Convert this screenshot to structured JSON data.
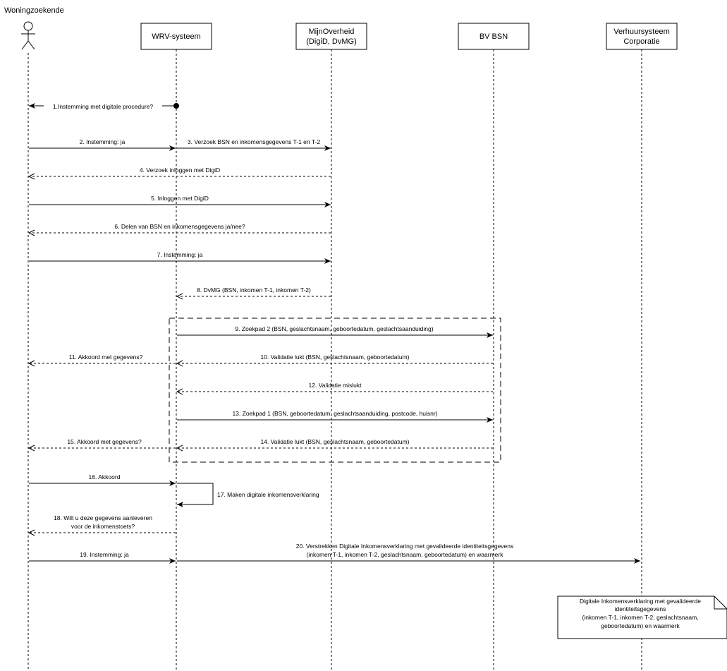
{
  "diagram": {
    "actor": {
      "label": "Woningzoekende"
    },
    "participants": [
      {
        "id": "wrv",
        "lines": [
          "WRV-systeem"
        ]
      },
      {
        "id": "mijnoverheid",
        "lines": [
          "MijnOverheid",
          "(DigiD, DvMG)"
        ]
      },
      {
        "id": "bvbsn",
        "lines": [
          "BV BSN"
        ]
      },
      {
        "id": "verhuur",
        "lines": [
          "Verhuursysteem",
          "Corporatie"
        ]
      }
    ],
    "messages": [
      {
        "id": "m1",
        "lines": [
          "1.Instemming met digitale procedure?"
        ]
      },
      {
        "id": "m2",
        "lines": [
          "2. Instemming: ja"
        ]
      },
      {
        "id": "m3",
        "lines": [
          "3. Verzoek BSN en inkomensgegevens T-1 en T-2"
        ]
      },
      {
        "id": "m4",
        "lines": [
          "4. Verzoek inloggen met DigiD"
        ]
      },
      {
        "id": "m5",
        "lines": [
          "5. Inloggen met DigiD"
        ]
      },
      {
        "id": "m6",
        "lines": [
          "6. Delen van BSN en inkomensgegevens  ja/nee?"
        ]
      },
      {
        "id": "m7",
        "lines": [
          "7. Instemming: ja"
        ]
      },
      {
        "id": "m8",
        "lines": [
          "8. DvMG (BSN, inkomen T-1, inkomen T-2)"
        ]
      },
      {
        "id": "m9",
        "lines": [
          "9. Zoekpad 2 (BSN, geslachtsnaam, geboortedatum, geslachtsaanduiding)"
        ]
      },
      {
        "id": "m10",
        "lines": [
          "10. Validatie lukt (BSN, geslachtsnaam, geboortedatum)"
        ]
      },
      {
        "id": "m11",
        "lines": [
          "11. Akkoord met gegevens?"
        ]
      },
      {
        "id": "m12",
        "lines": [
          "12. Validatie mislukt"
        ]
      },
      {
        "id": "m13",
        "lines": [
          "13. Zoekpad 1 (BSN, geboortedatum, geslachtsaanduiding, postcode, huisnr)"
        ]
      },
      {
        "id": "m14",
        "lines": [
          "14. Validatie lukt (BSN, geslachtsnaam, geboortedatum)"
        ]
      },
      {
        "id": "m15",
        "lines": [
          "15. Akkoord met gegevens?"
        ]
      },
      {
        "id": "m16",
        "lines": [
          "16. Akkoord"
        ]
      },
      {
        "id": "m17",
        "lines": [
          "17. Maken digitale inkomensverklaring"
        ]
      },
      {
        "id": "m18",
        "lines": [
          "18. Wilt u deze gegevens aanleveren",
          "voor de inkomenstoets?"
        ]
      },
      {
        "id": "m19",
        "lines": [
          "19. Instemming: ja"
        ]
      },
      {
        "id": "m20",
        "lines": [
          "20. Verstrekken Digitale Inkomensverklaring met gevalideerde identiteitsgegevens",
          "(inkomen T-1, inkomen T-2, geslachtsnaam, geboortedatum) en waarmerk"
        ]
      }
    ],
    "note": {
      "lines": [
        "Digitale Inkomensverklaring met gevalideerde",
        "identiteitsgegevens",
        "(inkomen T-1, inkomen T-2, geslachtsnaam,",
        "geboortedatum) en waarmerk"
      ]
    }
  }
}
